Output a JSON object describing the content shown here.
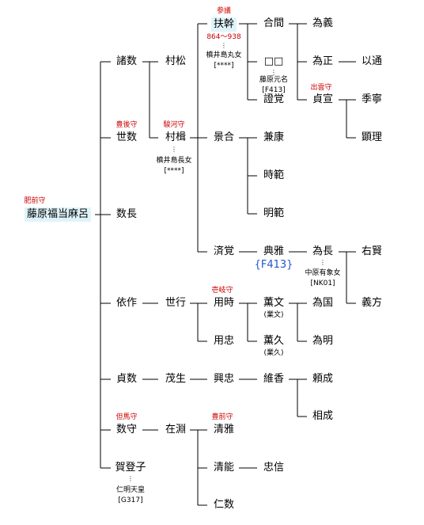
{
  "nodes": {
    "fujiwara_fukutomaro": {
      "name": "藤原福当麻呂",
      "title": "肥前守"
    },
    "morokazu": "諸数",
    "yokazu": {
      "name": "世数",
      "title": "豊後守"
    },
    "kazunaga": "数長",
    "yorisaku": "依作",
    "sadakazu": "貞数",
    "kazumori": {
      "name": "数守",
      "title": "但馬守"
    },
    "katoko": {
      "name": "賀登子",
      "note_line1": "仁明天皇",
      "note_line2": "[G317]"
    },
    "muramatsu": "村松",
    "murakatsu": {
      "name": "村楫",
      "title": "駿河守",
      "note_line1": "槙井島長女",
      "note_line2": "[****]"
    },
    "yoyuki": "世行",
    "shigeo": "茂生",
    "zaien": "在淵",
    "fukan": {
      "name": "扶幹",
      "title": "参議",
      "note_line0": "864〜938",
      "note_line1": "槙井島丸女",
      "note_line2": "[****]"
    },
    "kageai": "景合",
    "saikaku": "済覚",
    "mochitoki": {
      "name": "用時",
      "title": "壱岐守"
    },
    "mochitada": "用忠",
    "okitada": "興忠",
    "kiyomasa": {
      "name": "清雅",
      "title": "豊前守"
    },
    "kiyono": "清能",
    "jinsu": "仁数",
    "goukan": "合間",
    "unknown": {
      "name": "□□",
      "note_line1": "藤原元名",
      "note_line2": "[F413]"
    },
    "shoukaku": "證覚",
    "kenkou": "兼康",
    "tokinori": "時範",
    "akinori": "明範",
    "tenga": {
      "name": "典雅",
      "badge": "{F413}"
    },
    "kaoru_bun": {
      "name": "薫文",
      "alt": "(業文)"
    },
    "kaoru_hisa": {
      "name": "薫久",
      "alt": "(業久)"
    },
    "koretaka": "維香",
    "tadanobu": "忠信",
    "tamegi": "為義",
    "tamemasa": "為正",
    "sadanori": {
      "name": "貞宣",
      "title": "出雲守"
    },
    "tamenaga": {
      "name": "為長",
      "note_line1": "中原有象女",
      "note_line2": "[NK01]"
    },
    "tamekuni": "為国",
    "tameaki": "為明",
    "yorinari": "頼成",
    "sukenari": "相成",
    "mochimichi": "以通",
    "kisai": "季寧",
    "kenri": "顕理",
    "uken": "右賢",
    "yoshikata": "義方"
  }
}
